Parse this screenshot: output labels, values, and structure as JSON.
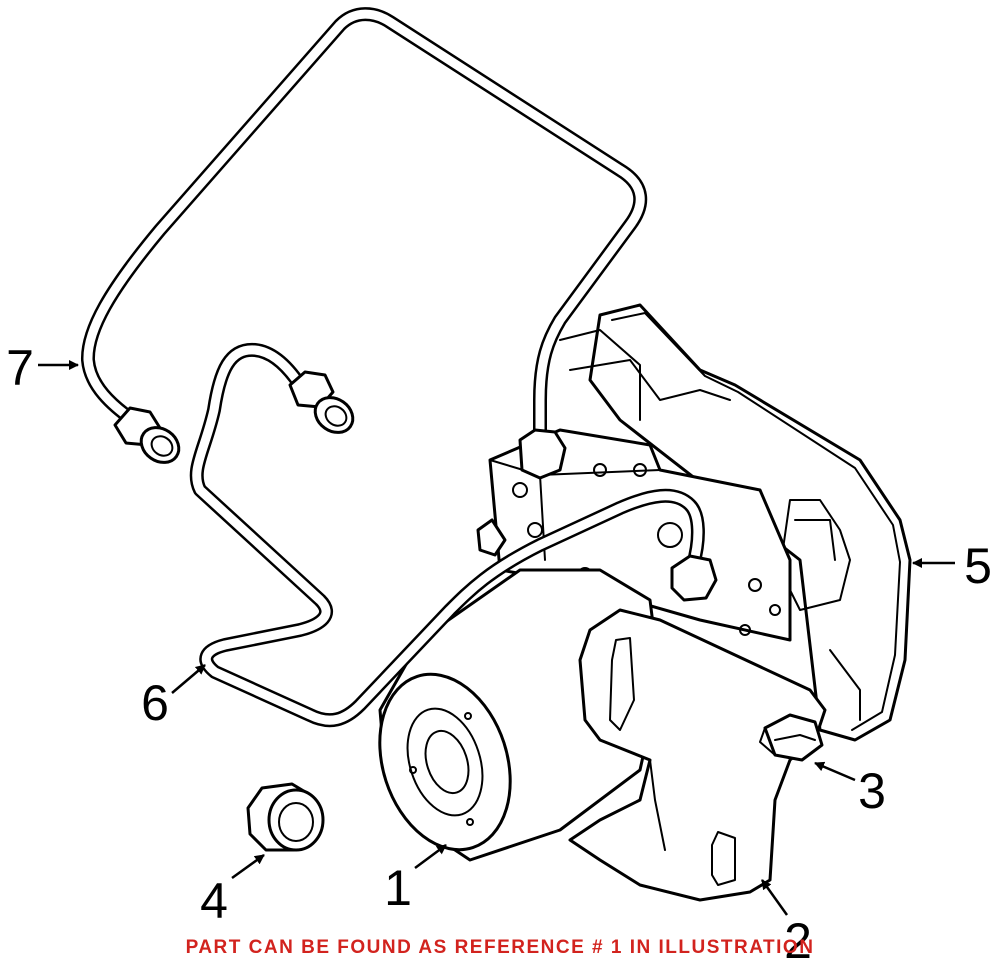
{
  "callouts": [
    "1",
    "2",
    "3",
    "4",
    "5",
    "6",
    "7"
  ],
  "footer_note": "PART CAN BE FOUND AS REFERENCE # 1 IN ILLUSTRATION",
  "colors": {
    "line": "#000000",
    "background": "#ffffff",
    "note": "#d2231e"
  }
}
